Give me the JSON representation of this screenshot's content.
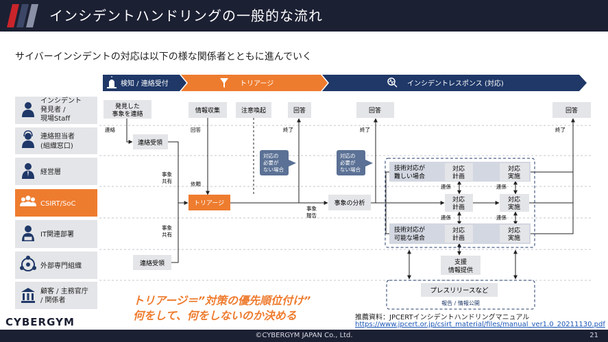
{
  "header": {
    "title": "インシデントハンドリングの一般的な流れ"
  },
  "subtitle": "サイバーインシデントの対応は以下の様な関係者とともに進んでいく",
  "phases": [
    {
      "label": "検知 / 連絡受付",
      "icon": "alarm-light-icon"
    },
    {
      "label": "トリアージ",
      "icon": "filter-icon"
    },
    {
      "label": "インシデントレスポンス (対応)",
      "icon": "magnifier-pulse-icon"
    }
  ],
  "roles": [
    {
      "line1": "インシデント",
      "line2": "発見者 /",
      "line3": "現場Staff",
      "icon": "person-icon"
    },
    {
      "line1": "連絡担当者",
      "line2": "(組織窓口)",
      "line3": "",
      "icon": "headset-person-icon"
    },
    {
      "line1": "経営層",
      "line2": "",
      "line3": "",
      "icon": "business-person-icon"
    },
    {
      "line1": "CSIRT/SoC",
      "line2": "",
      "line3": "",
      "icon": "team-icon"
    },
    {
      "line1": "IT関連部署",
      "line2": "",
      "line3": "",
      "icon": "it-person-icon"
    },
    {
      "line1": "外部専門組織",
      "line2": "",
      "line3": "",
      "icon": "network-people-icon"
    },
    {
      "line1": "顧客 / 主務官庁",
      "line2": "/ 関係者",
      "line3": "",
      "icon": "government-building-icon"
    }
  ],
  "boxes": {
    "discover": [
      "発見した",
      "事象を連絡"
    ],
    "receive_1": "連絡受領",
    "receive_2": "連絡受領",
    "info_collect": "情報収集",
    "alert": "注意喚起",
    "answer_1": "回答",
    "answer_2": "回答",
    "answer_3": "回答",
    "triage": "トリアージ",
    "analysis": "事象の分析",
    "no_response_1": [
      "対応の",
      "必要が",
      "ない場合"
    ],
    "no_response_2": [
      "対応の",
      "必要が",
      "ない場合"
    ],
    "hard_case": [
      "技術対応が",
      "難しい場合"
    ],
    "possible_case": [
      "技術対応が",
      "可能な場合"
    ],
    "plan": [
      "対応",
      "計画"
    ],
    "exec": [
      "対応",
      "実施"
    ],
    "support": [
      "支援",
      "情報提供"
    ],
    "press": "プレスリリースなど",
    "press_caption": "報告 / 情報公開"
  },
  "edge_labels": {
    "contact": "連絡",
    "answer": "回答",
    "request": "依頼",
    "end": "終了",
    "share": [
      "事象",
      "共有"
    ],
    "report": [
      "事象",
      "報告"
    ],
    "cooperate": "連係"
  },
  "quote": {
    "line1": "トリアージ＝”対策の優先順位付け”",
    "line2": "何をして、何をしないのか決める"
  },
  "reference": {
    "label": "推薦資料：JPCERTインシデントハンドリングマニュアル",
    "url": "https://www.jpcert.or.jp/csirt_material/files/manual_ver1.0_20211130.pdf"
  },
  "footer": {
    "brand": "CYBERGYM",
    "copyright": "©CYBERGYM JAPAN Co., Ltd.",
    "page": "21"
  },
  "colors": {
    "navy": "#1c2033",
    "blue": "#1f3868",
    "orange": "#ee7c2f",
    "box": "#e4e5e8",
    "bluebox": "#5b7195"
  }
}
